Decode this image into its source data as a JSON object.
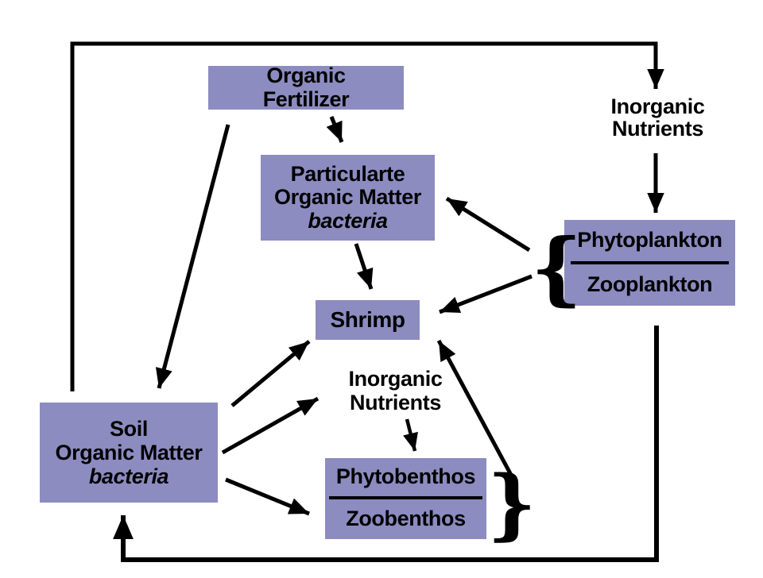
{
  "colors": {
    "box_fill": "#8c8cc1",
    "line_color": "#000000",
    "background": "#ffffff",
    "text_color": "#000000"
  },
  "nodes": {
    "organic_fertilizer": {
      "lines": [
        "Organic",
        "Fertilizer"
      ]
    },
    "particulate_organic_matter": {
      "lines": [
        "Particularte",
        "Organic Matter"
      ],
      "subscript": "bacteria"
    },
    "inorganic_nutrients_top": {
      "lines": [
        "Inorganic",
        "Nutrients"
      ]
    },
    "plankton": {
      "numerator": "Phytoplankton",
      "denominator": "Zooplankton"
    },
    "shrimp": {
      "label": "Shrimp"
    },
    "inorganic_nutrients_center": {
      "lines": [
        "Inorganic",
        "Nutrients"
      ]
    },
    "soil_organic_matter": {
      "lines": [
        "Soil",
        "Organic Matter"
      ],
      "subscript": "bacteria"
    },
    "benthos": {
      "numerator": "Phytobenthos",
      "denominator": "Zoobenthos"
    }
  },
  "braces": {
    "plankton_brace": "{",
    "benthos_brace": "}"
  },
  "edges": [
    {
      "from": "soil_organic_matter",
      "to": "inorganic_nutrients_top"
    },
    {
      "from": "inorganic_nutrients_top",
      "to": "plankton"
    },
    {
      "from": "organic_fertilizer",
      "to": "particulate_organic_matter"
    },
    {
      "from": "organic_fertilizer",
      "to": "soil_organic_matter"
    },
    {
      "from": "particulate_organic_matter",
      "to": "shrimp"
    },
    {
      "from": "plankton",
      "to": "particulate_organic_matter"
    },
    {
      "from": "plankton",
      "to": "shrimp"
    },
    {
      "from": "soil_organic_matter",
      "to": "shrimp"
    },
    {
      "from": "soil_organic_matter",
      "to": "inorganic_nutrients_center"
    },
    {
      "from": "soil_organic_matter",
      "to": "benthos"
    },
    {
      "from": "inorganic_nutrients_center",
      "to": "benthos"
    },
    {
      "from": "phytobenthos",
      "to": "zoobenthos"
    },
    {
      "from": "benthos",
      "to": "shrimp"
    },
    {
      "from": "plankton",
      "to": "soil_organic_matter"
    }
  ]
}
